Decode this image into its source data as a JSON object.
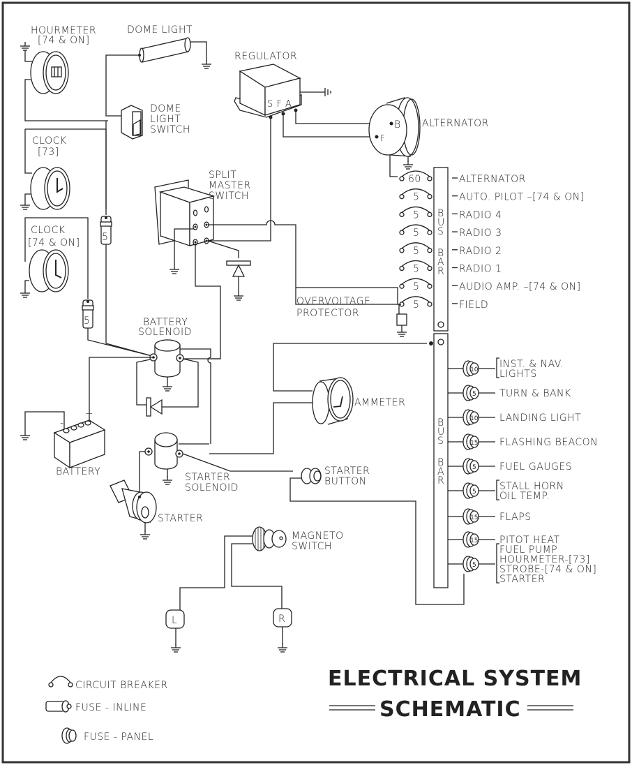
{
  "title": {
    "line1": "ELECTRICAL SYSTEM",
    "line2": "SCHEMATIC"
  },
  "components": {
    "hourmeter": {
      "label1": "HOURMETER",
      "label2": "[74 & ON]"
    },
    "dome_light": {
      "label": "DOME LIGHT"
    },
    "dome_light_switch": {
      "label1": "DOME",
      "label2": "LIGHT",
      "label3": "SWITCH"
    },
    "regulator": {
      "label": "REGULATOR",
      "terminals": "S F A"
    },
    "alternator": {
      "label": "ALTERNATOR",
      "terminal_b": "B",
      "terminal_f": "F"
    },
    "clock_73": {
      "label1": "CLOCK",
      "label2": "[73]"
    },
    "clock_74": {
      "label1": "CLOCK",
      "label2": "[74 & ON]"
    },
    "split_master_switch": {
      "label1": "SPLIT",
      "label2": "MASTER",
      "label3": "SWITCH"
    },
    "overvoltage_protector": {
      "label1": "OVERVOLTAGE",
      "label2": "PROTECTOR"
    },
    "battery_solenoid": {
      "label1": "BATTERY",
      "label2": "SOLENOID"
    },
    "battery": {
      "label": "BATTERY",
      "neg": "-",
      "pos": "+"
    },
    "ammeter": {
      "label": "AMMETER"
    },
    "starter_solenoid": {
      "label1": "STARTER",
      "label2": "SOLENOID"
    },
    "starter": {
      "label": "STARTER"
    },
    "starter_button": {
      "label1": "STARTER",
      "label2": "BUTTON"
    },
    "magneto_switch": {
      "label1": "MAGNETO",
      "label2": "SWITCH"
    },
    "magneto_left": {
      "label": "L"
    },
    "magneto_right": {
      "label": "R"
    },
    "inline_fuse_1": {
      "rating": "5"
    },
    "inline_fuse_2": {
      "rating": "5"
    }
  },
  "bus_bar_upper": {
    "label_letters": [
      "B",
      "U",
      "S",
      "B",
      "A",
      "R"
    ],
    "circuits": [
      {
        "rating": "60",
        "label": "ALTERNATOR"
      },
      {
        "rating": "5",
        "label": "AUTO. PILOT",
        "note": "[74 & ON]"
      },
      {
        "rating": "5",
        "label": "RADIO 4"
      },
      {
        "rating": "5",
        "label": "RADIO 3"
      },
      {
        "rating": "5",
        "label": "RADIO 2"
      },
      {
        "rating": "5",
        "label": "RADIO 1"
      },
      {
        "rating": "5",
        "label": "AUDIO AMP.",
        "note": "[74 & ON]"
      },
      {
        "rating": "5",
        "label": "FIELD"
      }
    ]
  },
  "bus_bar_lower": {
    "label_letters": [
      "B",
      "U",
      "S",
      "B",
      "A",
      "R"
    ],
    "circuits": [
      {
        "rating": "10",
        "lines": [
          "INST. & NAV.",
          "LIGHTS"
        ]
      },
      {
        "rating": "5",
        "lines": [
          "TURN & BANK"
        ]
      },
      {
        "rating": "10",
        "lines": [
          "LANDING LIGHT"
        ]
      },
      {
        "rating": "15",
        "lines": [
          "FLASHING BEACON"
        ]
      },
      {
        "rating": "5",
        "lines": [
          "FUEL GAUGES"
        ]
      },
      {
        "rating": "5",
        "lines": [
          "STALL HORN",
          "OIL TEMP."
        ]
      },
      {
        "rating": "15",
        "lines": [
          "FLAPS"
        ]
      },
      {
        "rating": "15",
        "lines": [
          "PITOT HEAT"
        ]
      },
      {
        "rating": "5",
        "lines": [
          "FUEL PUMP",
          "HOURMETER-[73]",
          "STROBE-[74 & ON]",
          "STARTER"
        ]
      }
    ]
  },
  "legend": [
    {
      "icon": "circuit-breaker-icon",
      "label": "CIRCUIT BREAKER"
    },
    {
      "icon": "inline-fuse-icon",
      "label": "FUSE - INLINE"
    },
    {
      "icon": "panel-fuse-icon",
      "label": "FUSE - PANEL"
    }
  ]
}
